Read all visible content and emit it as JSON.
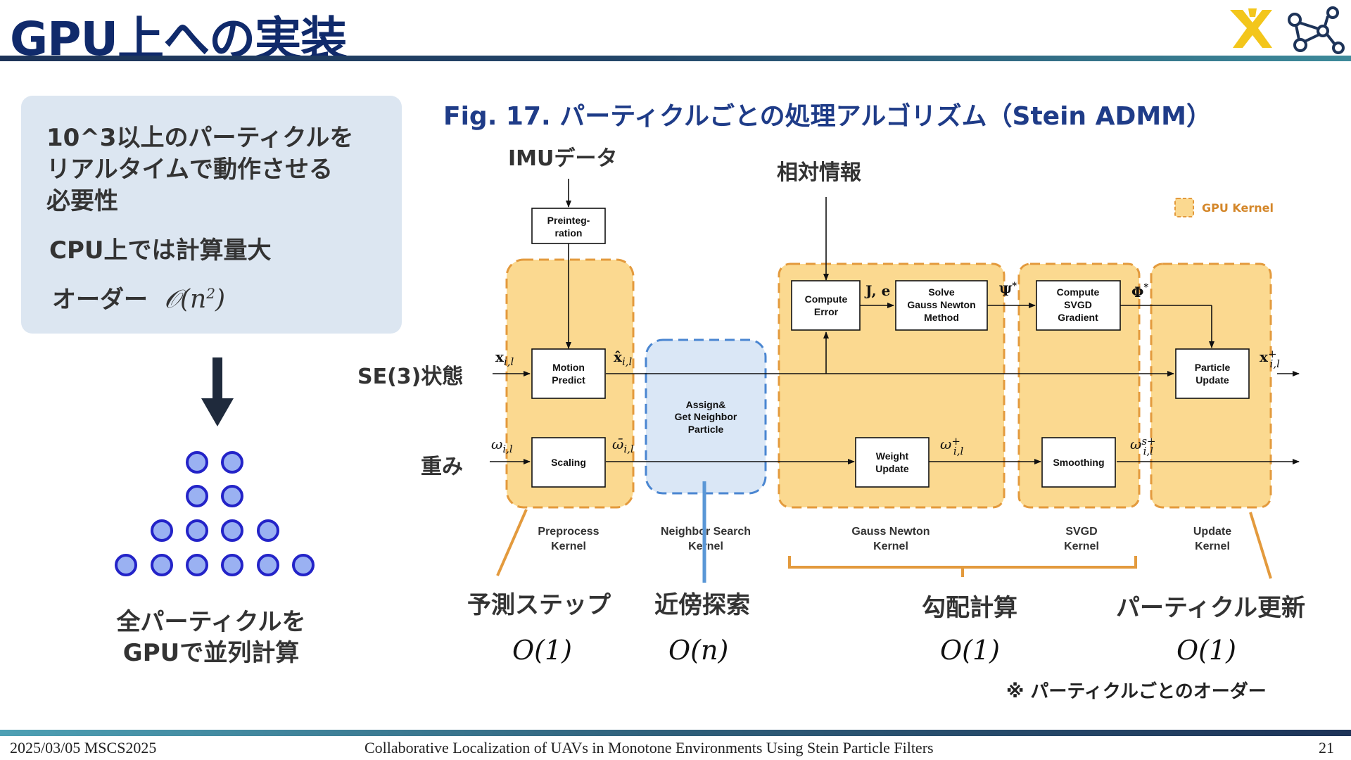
{
  "page_title": "GPU上への実装",
  "info": {
    "line1": "10^3以上のパーティクルを",
    "line2": "リアルタイムで動作させる",
    "line3": "必要性",
    "cpu_text": "CPU上では計算量大",
    "order_label": "オーダー"
  },
  "left_caption": {
    "line1": "全パーティクルを",
    "line2": "GPUで並列計算"
  },
  "figure": {
    "title": "Fig. 17. パーティクルごとの処理アルゴリズム（Stein ADMM）",
    "imu_label": "IMUデータ",
    "relative_label": "相対情報",
    "se3_label": "SE(3)状態",
    "weight_label": "重み",
    "legend_label": "GPU Kernel",
    "boxes": {
      "preintegration": [
        "Preinteg-",
        "ration"
      ],
      "motion_predict": [
        "Motion",
        "Predict"
      ],
      "scaling": [
        "Scaling"
      ],
      "assign": [
        "Assign&",
        "Get Neighbor",
        "Particle"
      ],
      "compute_error": [
        "Compute",
        "Error"
      ],
      "solve_gn": [
        "Solve",
        "Gauss Newton",
        "Method"
      ],
      "compute_svgd": [
        "Compute",
        "SVGD",
        "Gradient"
      ],
      "particle_update": [
        "Particle",
        "Update"
      ],
      "weight_update": [
        "Weight",
        "Update"
      ],
      "smoothing": [
        "Smoothing"
      ]
    },
    "kernels": {
      "preprocess": [
        "Preprocess",
        "Kernel"
      ],
      "neighbor": [
        "Neighbor Search",
        "Kernel"
      ],
      "gauss_newton": [
        "Gauss Newton",
        "Kernel"
      ],
      "svgd": [
        "SVGD",
        "Kernel"
      ],
      "update": [
        "Update",
        "Kernel"
      ]
    },
    "steps": {
      "predict": "予測ステップ",
      "neighbor": "近傍探索",
      "gradient": "勾配計算",
      "update": "パーティクル更新"
    },
    "complexity": {
      "predict": "O(1)",
      "neighbor": "O(n)",
      "gradient": "O(1)",
      "update": "O(1)"
    },
    "note": "※ パーティクルごとのオーダー"
  },
  "colors": {
    "title": "#102a6b",
    "kernel_fill": "#fbd990",
    "kernel_border": "#e39a3d",
    "neighbor_fill": "#dae7f6",
    "neighbor_border": "#4a86d1",
    "particle_fill": "#9ab1f2",
    "particle_border": "#2323c8"
  },
  "footer": {
    "left": "2025/03/05 MSCS2025",
    "center": "Collaborative Localization of UAVs in Monotone Environments Using Stein Particle Filters",
    "page": "21"
  }
}
